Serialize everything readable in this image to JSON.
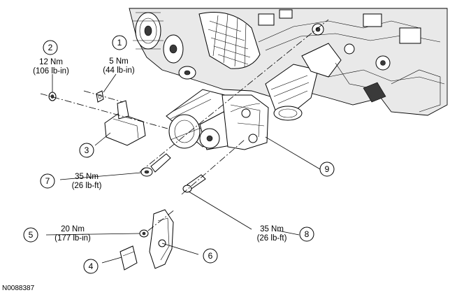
{
  "figure_id": "N0088387",
  "callouts": [
    {
      "id": "1",
      "torque_nm": "5 Nm",
      "torque_imperial": "(44 lb-in)"
    },
    {
      "id": "2",
      "torque_nm": "12 Nm",
      "torque_imperial": "(106 lb-in)"
    },
    {
      "id": "3"
    },
    {
      "id": "4"
    },
    {
      "id": "5",
      "torque_nm": "20 Nm",
      "torque_imperial": "(177 lb-in)"
    },
    {
      "id": "6"
    },
    {
      "id": "7",
      "torque_nm": "35 Nm",
      "torque_imperial": "(26 lb-ft)"
    },
    {
      "id": "8",
      "torque_nm": "35 Nm",
      "torque_imperial": "(26 lb-ft)"
    },
    {
      "id": "9"
    }
  ]
}
